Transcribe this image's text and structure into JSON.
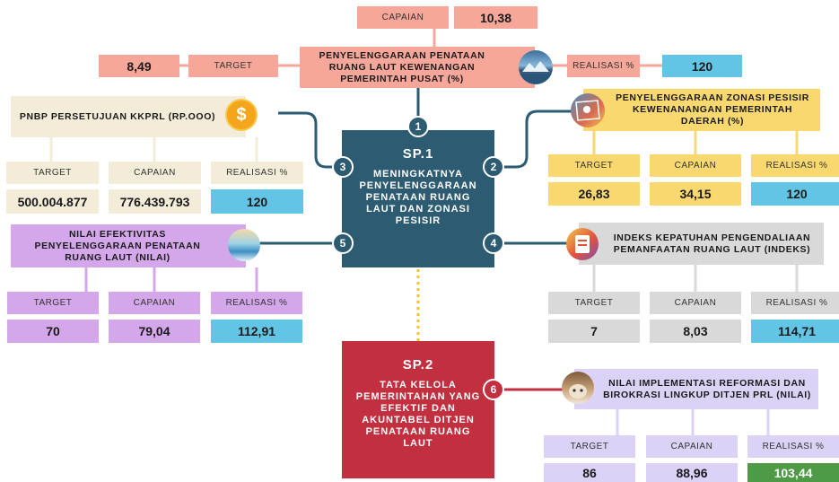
{
  "sp1": {
    "code": "SP.1",
    "text": "MENINGKATNYA PENYELENGGARAAN PENATAAN RUANG LAUT DAN ZONASI PESISIR"
  },
  "sp2": {
    "code": "SP.2",
    "text": "TATA KELOLA PEMERINTAHAN YANG EFEKTIF DAN AKUNTABEL DITJEN PENATAAN RUANG LAUT"
  },
  "labels": {
    "target": "TARGET",
    "capaian": "CAPAIAN",
    "realisasi": "REALISASI %"
  },
  "indicators": [
    {
      "num": "1",
      "title": "PENYELENGGARAAN PENATAAN RUANG LAUT KEWENANGAN PEMERINTAH PUSAT (%)",
      "target": "8,49",
      "capaian": "10,38",
      "realisasi": "120"
    },
    {
      "num": "2",
      "title": "PENYELENGGARAAN ZONASI PESISIR KEWENANANGAN PEMERINTAH DAERAH (%)",
      "target": "26,83",
      "capaian": "34,15",
      "realisasi": "120"
    },
    {
      "num": "3",
      "title": "PNBP PERSETUJUAN KKPRL (RP.OOO)",
      "target": "500.004.877",
      "capaian": "776.439.793",
      "realisasi": "120"
    },
    {
      "num": "4",
      "title": "INDEKS KEPATUHAN PENGENDALIAAN PEMANFAATAN RUANG LAUT (INDEKS)",
      "target": "7",
      "capaian": "8,03",
      "realisasi": "114,71"
    },
    {
      "num": "5",
      "title": "NILAI EFEKTIVITAS PENYELENGGARAAN PENATAAN RUANG LAUT (NILAI)",
      "target": "70",
      "capaian": "79,04",
      "realisasi": "112,91"
    },
    {
      "num": "6",
      "title": "NILAI IMPLEMENTASI REFORMASI DAN BIROKRASI LINGKUP DITJEN PRL (NILAI)",
      "target": "86",
      "capaian": "88,96",
      "realisasi": "103,44"
    }
  ],
  "icons": [
    "coin-icon",
    "ocean-landscape-icon",
    "coastal-map-icon",
    "compliance-badge-icon",
    "sea-waves-icon",
    "bureaucracy-cat-icon"
  ],
  "colors": {
    "teal": "#2d5b72",
    "red": "#c22f3f",
    "salmon": "#f6a79a",
    "yellow": "#f9d96f",
    "cream": "#f3ecd9",
    "lilac": "#d4a7ea",
    "grey": "#d9d9d9",
    "lavender": "#dcd2f6",
    "blue": "#63c5e6",
    "green": "#4e9a46"
  }
}
